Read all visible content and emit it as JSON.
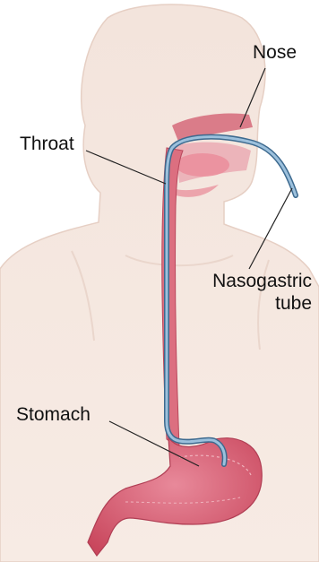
{
  "labels": {
    "nose": "Nose",
    "throat": "Throat",
    "tube_line1": "Nasogastric",
    "tube_line2": "tube",
    "stomach": "Stomach"
  },
  "colors": {
    "skin": "#f5e6df",
    "skin_edge": "#e8d2c8",
    "tissue": "#e07282",
    "stomach": "#d85a6e",
    "tube": "#7fa6c7",
    "tube_edge": "#3d6a8f",
    "leader": "#222222"
  }
}
